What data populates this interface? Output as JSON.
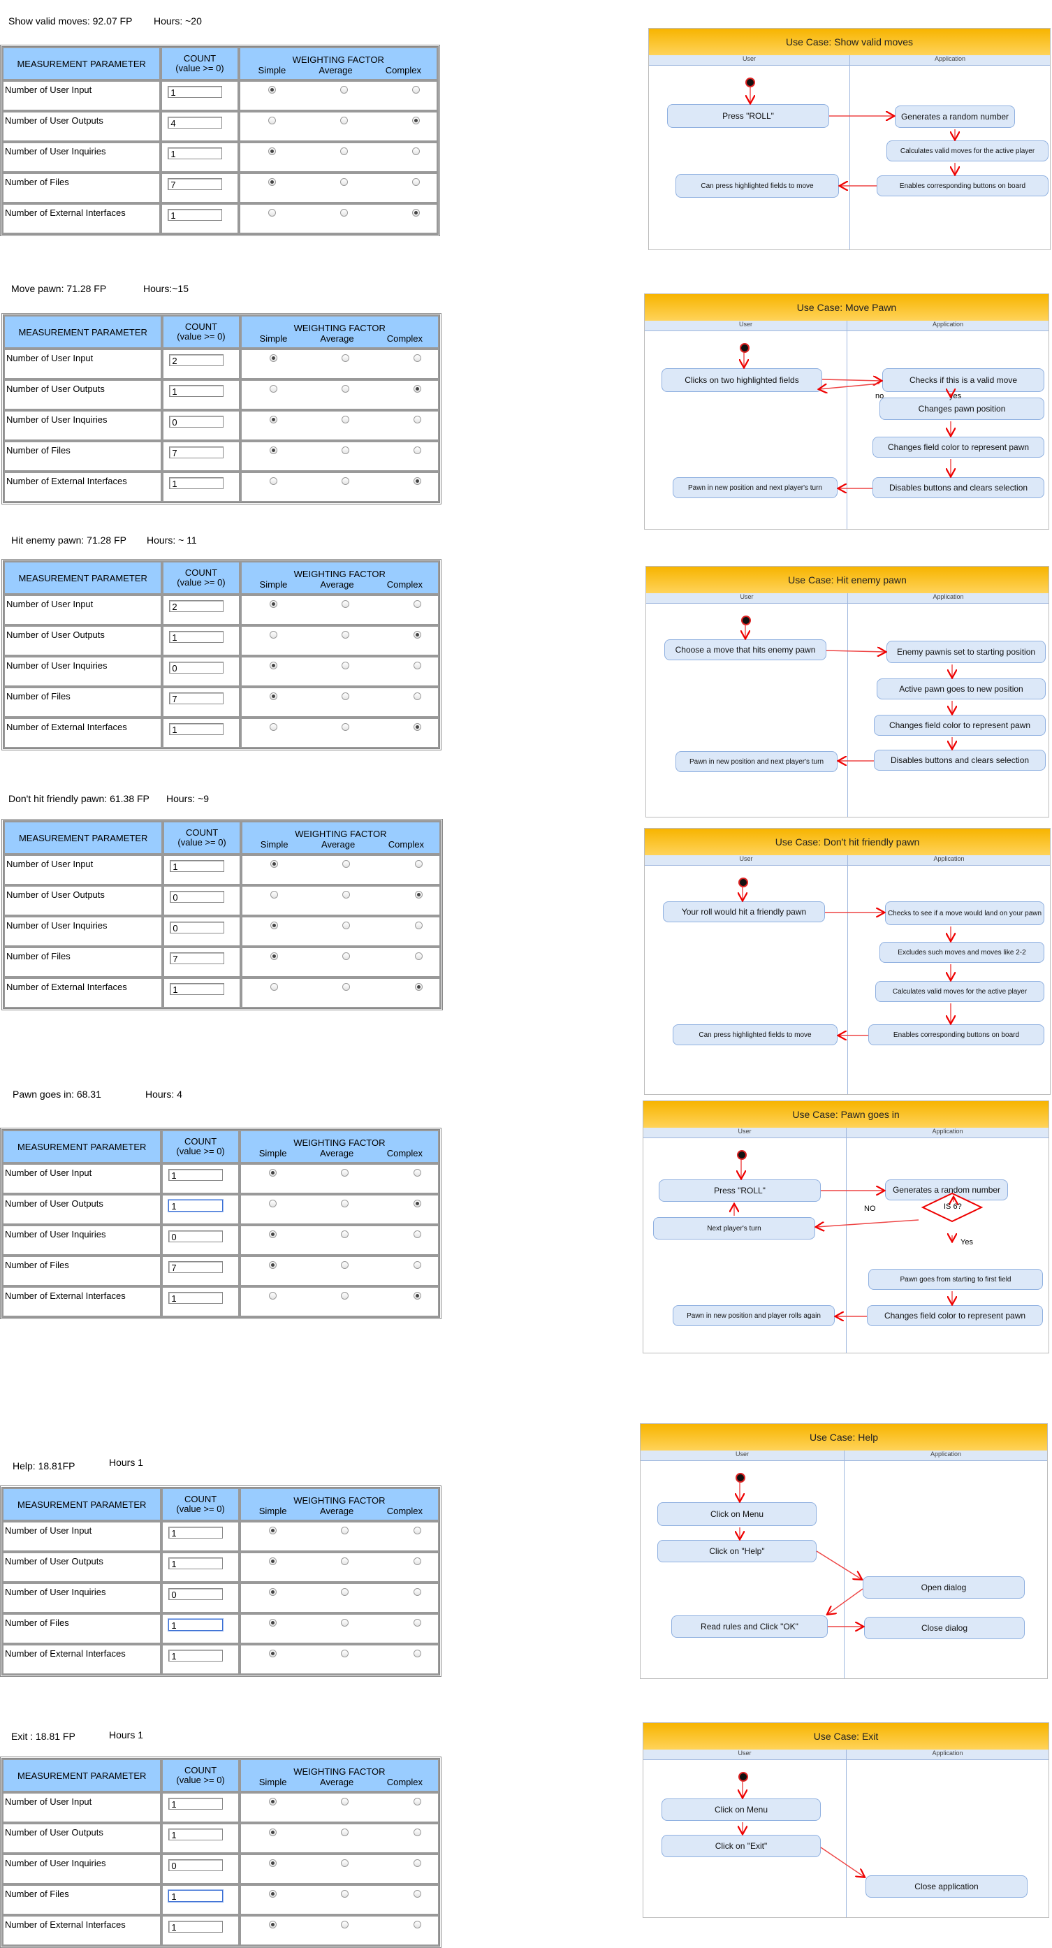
{
  "table_headers": {
    "param": "MEASUREMENT PARAMETER",
    "count1": "COUNT",
    "count2": "(value >= 0)",
    "weight": "WEIGHTING FACTOR",
    "simple": "Simple",
    "average": "Average",
    "complex": "Complex"
  },
  "lanes": {
    "user": "User",
    "app": "Application"
  },
  "sections": [
    {
      "title": "Show valid moves: 92.07 FP",
      "hours": "Hours: ~20",
      "rows": [
        {
          "label": "Number of User Input",
          "count": "1",
          "w": 0
        },
        {
          "label": "Number of User Outputs",
          "count": "4",
          "w": 2
        },
        {
          "label": "Number of User Inquiries",
          "count": "1",
          "w": 0
        },
        {
          "label": "Number of Files",
          "count": "7",
          "w": 0
        },
        {
          "label": "Number of External Interfaces",
          "count": "1",
          "w": 2
        }
      ],
      "uml": {
        "title": "Use Case:   Show valid moves"
      }
    },
    {
      "title": "Move pawn: 71.28 FP",
      "hours": "Hours:~15",
      "rows": [
        {
          "label": "Number of User Input",
          "count": "2",
          "w": 0
        },
        {
          "label": "Number of User Outputs",
          "count": "1",
          "w": 2
        },
        {
          "label": "Number of User Inquiries",
          "count": "0",
          "w": 0
        },
        {
          "label": "Number of Files",
          "count": "7",
          "w": 0
        },
        {
          "label": "Number of External Interfaces",
          "count": "1",
          "w": 2
        }
      ],
      "uml": {
        "title": "Use Case: Move Pawn"
      }
    },
    {
      "title": "Hit enemy pawn: 71.28 FP",
      "hours": "Hours: ~ 11",
      "rows": [
        {
          "label": "Number of User Input",
          "count": "2",
          "w": 0
        },
        {
          "label": "Number of User Outputs",
          "count": "1",
          "w": 2
        },
        {
          "label": "Number of User Inquiries",
          "count": "0",
          "w": 0
        },
        {
          "label": "Number of Files",
          "count": "7",
          "w": 0
        },
        {
          "label": "Number of External Interfaces",
          "count": "1",
          "w": 2
        }
      ],
      "uml": {
        "title": "Use Case: Hit enemy pawn"
      }
    },
    {
      "title": "Don't hit friendly pawn: 61.38 FP",
      "hours": "Hours: ~9",
      "rows": [
        {
          "label": "Number of User Input",
          "count": "1",
          "w": 0
        },
        {
          "label": "Number of User Outputs",
          "count": "0",
          "w": 2
        },
        {
          "label": "Number of User Inquiries",
          "count": "0",
          "w": 0
        },
        {
          "label": "Number of Files",
          "count": "7",
          "w": 0
        },
        {
          "label": "Number of External Interfaces",
          "count": "1",
          "w": 2
        }
      ],
      "uml": {
        "title": "Use Case: Don't hit friendly pawn"
      }
    },
    {
      "title": "Pawn goes in: 68.31",
      "hours": "Hours: 4",
      "rows": [
        {
          "label": "Number of User Input",
          "count": "1",
          "w": 0
        },
        {
          "label": "Number of User Outputs",
          "count": "1",
          "w": 2,
          "focus": true
        },
        {
          "label": "Number of User Inquiries",
          "count": "0",
          "w": 0
        },
        {
          "label": "Number of Files",
          "count": "7",
          "w": 0
        },
        {
          "label": "Number of External Interfaces",
          "count": "1",
          "w": 2
        }
      ],
      "uml": {
        "title": "Use Case: Pawn goes in"
      }
    },
    {
      "title": "Help: 18.81FP",
      "hours": "Hours 1",
      "rows": [
        {
          "label": "Number of User Input",
          "count": "1",
          "w": 0
        },
        {
          "label": "Number of User Outputs",
          "count": "1",
          "w": 0
        },
        {
          "label": "Number of User Inquiries",
          "count": "0",
          "w": 0
        },
        {
          "label": "Number of Files",
          "count": "1",
          "w": 0,
          "focus": true
        },
        {
          "label": "Number of External Interfaces",
          "count": "1",
          "w": 0
        }
      ],
      "uml": {
        "title": "Use Case: Help"
      }
    },
    {
      "title": "Exit  : 18.81 FP",
      "hours": "Hours 1",
      "rows": [
        {
          "label": "Number of User Input",
          "count": "1",
          "w": 0
        },
        {
          "label": "Number of User Outputs",
          "count": "1",
          "w": 0
        },
        {
          "label": "Number of User Inquiries",
          "count": "0",
          "w": 0
        },
        {
          "label": "Number of Files",
          "count": "1",
          "w": 0,
          "focus": true
        },
        {
          "label": "Number of External Interfaces",
          "count": "1",
          "w": 0
        }
      ],
      "uml": {
        "title": "Use Case: Exit"
      }
    }
  ],
  "uml_nodes": {
    "s0": [
      "Press \"ROLL\"",
      "Generates a random number",
      "Calculates valid moves for the active player",
      "Enables corresponding buttons on board",
      "Can press highlighted fields to move"
    ],
    "s1": [
      "Clicks on two highlighted fields",
      "Checks if this is a valid move",
      "no",
      "yes",
      "Changes pawn position",
      "Changes field color to represent pawn",
      "Disables buttons and clears selection",
      "Pawn in new position and next player's turn"
    ],
    "s2": [
      "Choose a move that hits enemy pawn",
      "Enemy pawnis set to starting position",
      "Active pawn goes to new position",
      "Changes field color to represent pawn",
      "Disables buttons and clears selection",
      "Pawn in new position and next player's turn"
    ],
    "s3": [
      "Your roll would hit a friendly pawn",
      "Checks to see if a move would land on your pawn",
      "Excludes such moves and moves like 2-2",
      "Calculates valid moves for the active player",
      "Enables corresponding buttons on board",
      "Can press highlighted fields to move"
    ],
    "s4": [
      "Press \"ROLL\"",
      "Generates a random number",
      "NO",
      "IS 6?",
      "Yes",
      "Next player's turn",
      "Pawn goes from starting to first field",
      "Changes field color to represent pawn",
      "Pawn in new position and player rolls again"
    ],
    "s5": [
      "Click on Menu",
      "Click on \"Help\"",
      "Open dialog",
      "Read rules and Click \"OK\"",
      "Close dialog"
    ],
    "s6": [
      "Click on Menu",
      "Click on \"Exit\"",
      "Close application"
    ]
  }
}
